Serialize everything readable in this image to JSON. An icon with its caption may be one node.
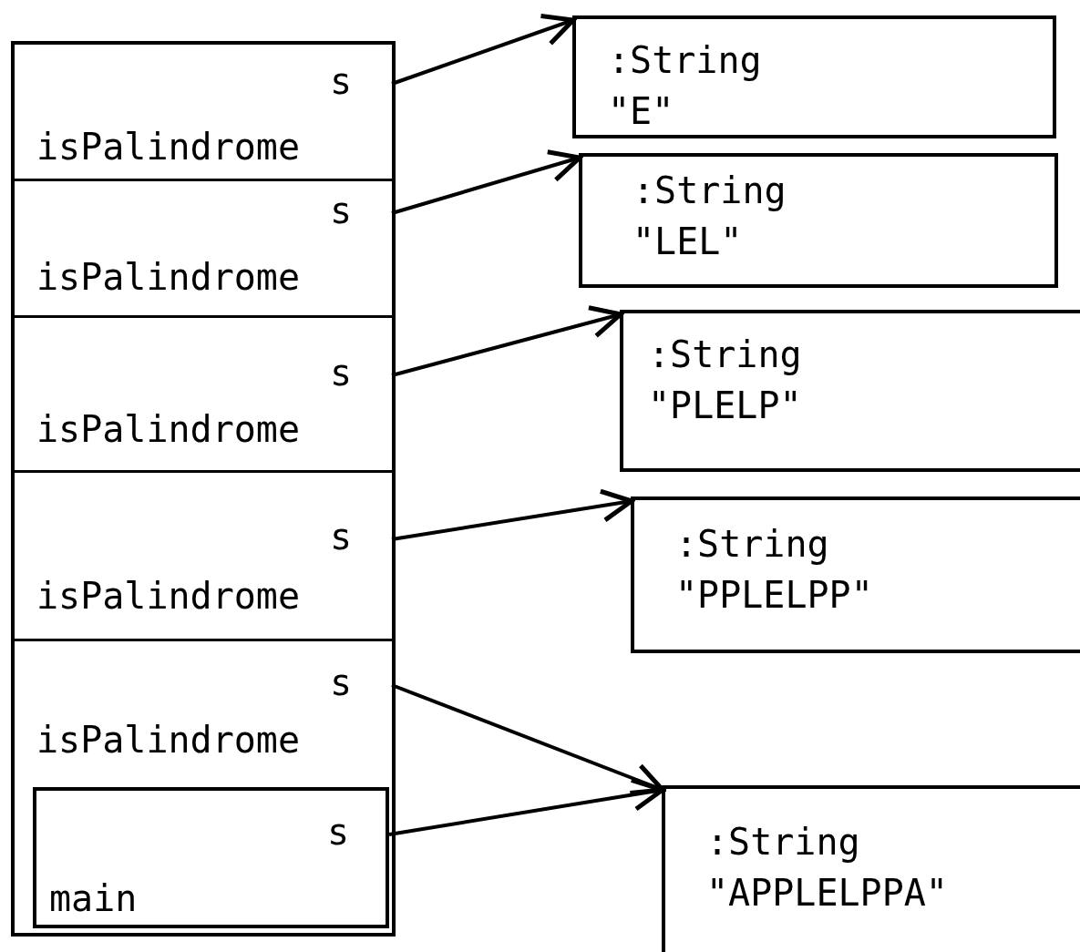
{
  "diagram": {
    "nodes": [
      {
        "text": [],
        "shape": "box"
      },
      {
        "text": [
          "s",
          "isPalindrome"
        ],
        "in": 0
      },
      {
        "text": [
          "s",
          "isPalindrome"
        ],
        "in": 0
      },
      {
        "text": [
          "s",
          "isPalindrome"
        ],
        "in": 0
      },
      {
        "text": [
          "s",
          "isPalindrome"
        ],
        "in": 0
      },
      {
        "text": [
          "s",
          "isPalindrome"
        ],
        "in": 0
      },
      {
        "text": [
          "s",
          "main"
        ],
        "in": 5
      },
      {
        "text": [
          ":String",
          "\"E\""
        ]
      },
      {
        "text": [
          ":String",
          "\"LEL\""
        ]
      },
      {
        "text": [
          ":String",
          "\"PLELP\""
        ]
      },
      {
        "text": [
          ":String",
          "\"PPLELPP\""
        ]
      },
      {
        "text": [
          ":String",
          "\"APPLELPPA\""
        ]
      }
    ],
    "edges": [
      {
        "from": 1,
        "to": 7,
        "arrow": "to"
      },
      {
        "from": 2,
        "to": 8,
        "arrow": "to"
      },
      {
        "from": 3,
        "to": 9,
        "arrow": "to"
      },
      {
        "from": 4,
        "to": 10,
        "arrow": "to"
      },
      {
        "from": 5,
        "to": 11,
        "arrow": "to"
      },
      {
        "from": 6,
        "to": 11,
        "arrow": "to"
      }
    ]
  }
}
